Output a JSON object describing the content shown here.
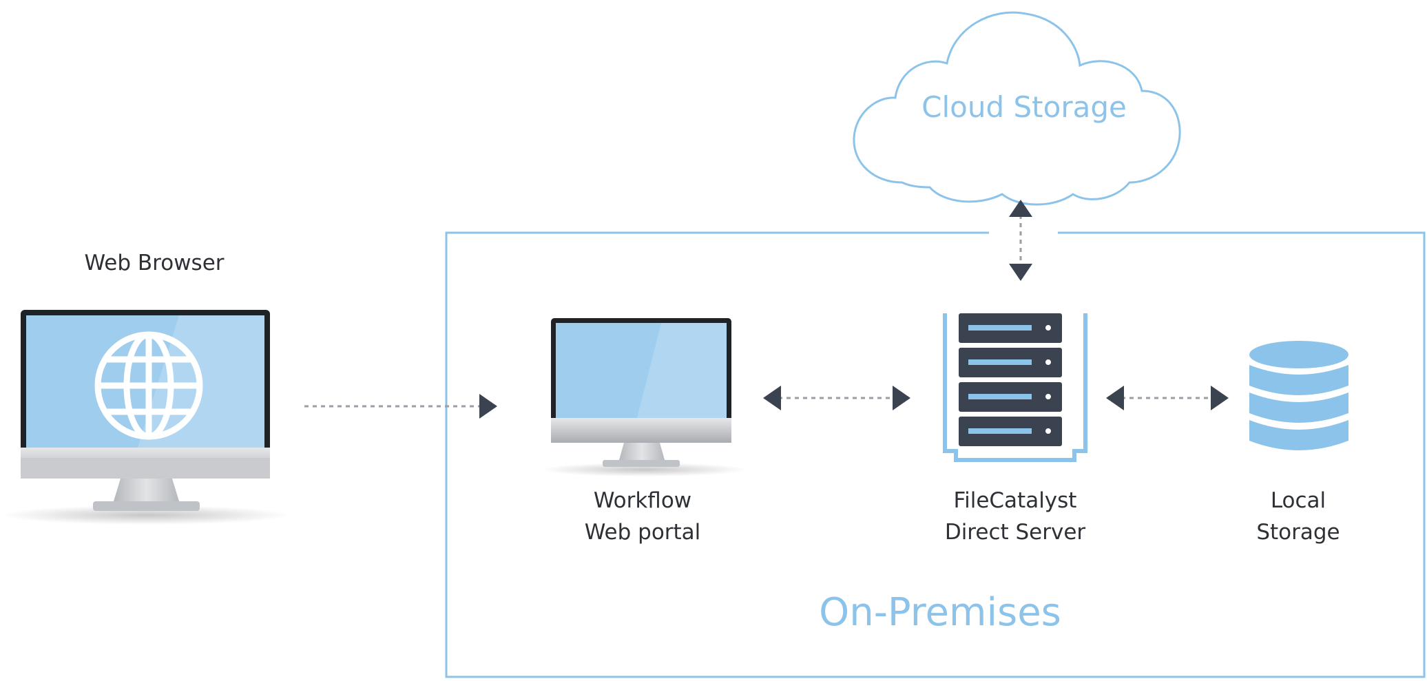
{
  "diagram": {
    "web_browser": "Web Browser",
    "cloud": "Cloud Storage",
    "region": "On-Premises",
    "workflow": [
      "Workflow",
      "Web portal"
    ],
    "server": [
      "FileCatalyst",
      "Direct Server"
    ],
    "local": [
      "Local",
      "Storage"
    ]
  },
  "colors": {
    "accent_blue": "#8cc3ea",
    "dark": "#3b4350",
    "screen_blue": "#9fcdee"
  }
}
